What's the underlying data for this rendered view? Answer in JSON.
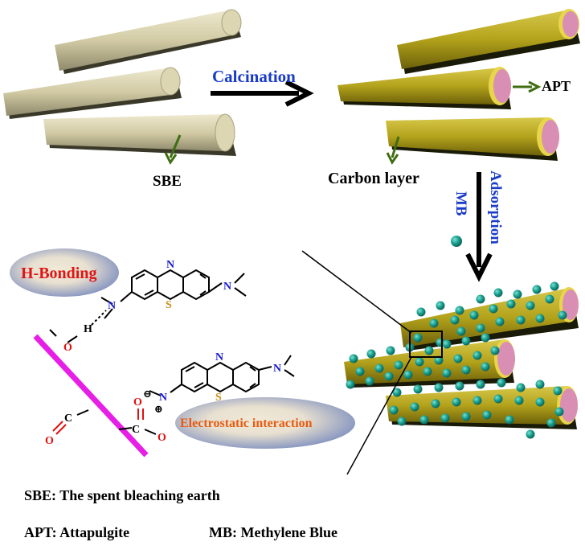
{
  "labels": {
    "sbe": "SBE",
    "calcination": "Calcination",
    "apt": "APT",
    "carbon_layer": "Carbon layer",
    "adsorption": "Adsorption",
    "mb": "MB",
    "h_bonding": "H-Bonding",
    "electrostatic": "Electrostatic interaction"
  },
  "molecule": {
    "n": "N",
    "s": "S",
    "o": "O",
    "c": "C",
    "h": "H",
    "plus": "⊕",
    "minus": "⊖"
  },
  "legend": {
    "sbe_def": "SBE: The spent bleaching earth",
    "apt_def": "APT:  Attapulgite",
    "mb_def": "MB: Methylene Blue"
  },
  "colors": {
    "raw_rod": "#d8d2ae",
    "coated_rod": "#b5a51d",
    "rod_end": "#d98fb4",
    "mb_sphere": "#1aa394",
    "arrow_label": "#1a3cc8",
    "indicator": "#3f6e12",
    "substrate": "#e61ee6",
    "h_bond_text": "#e01515",
    "electrostatic_text": "#e85a10",
    "nitrogen": "#1a1acc",
    "sulfur": "#c8901a",
    "oxygen": "#e01010"
  }
}
